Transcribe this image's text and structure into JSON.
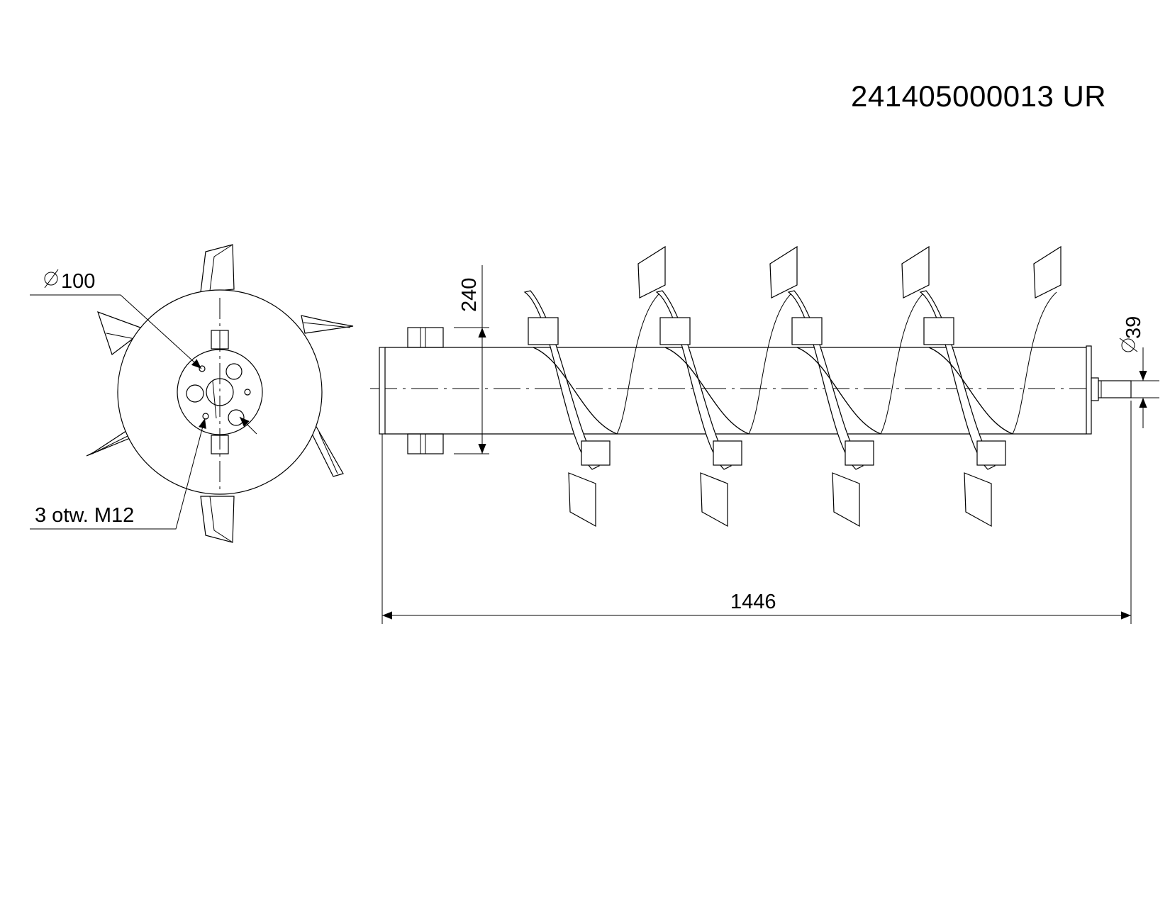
{
  "part_number": "241405000013 UR",
  "end_view": {
    "diameter_label": "100",
    "holes_label": "3 otw. M12"
  },
  "side_view": {
    "outer_diameter_label": "240",
    "shaft_diameter_label": "39",
    "length_label": "1446"
  },
  "colors": {
    "line": "#000000",
    "background": "#ffffff"
  }
}
